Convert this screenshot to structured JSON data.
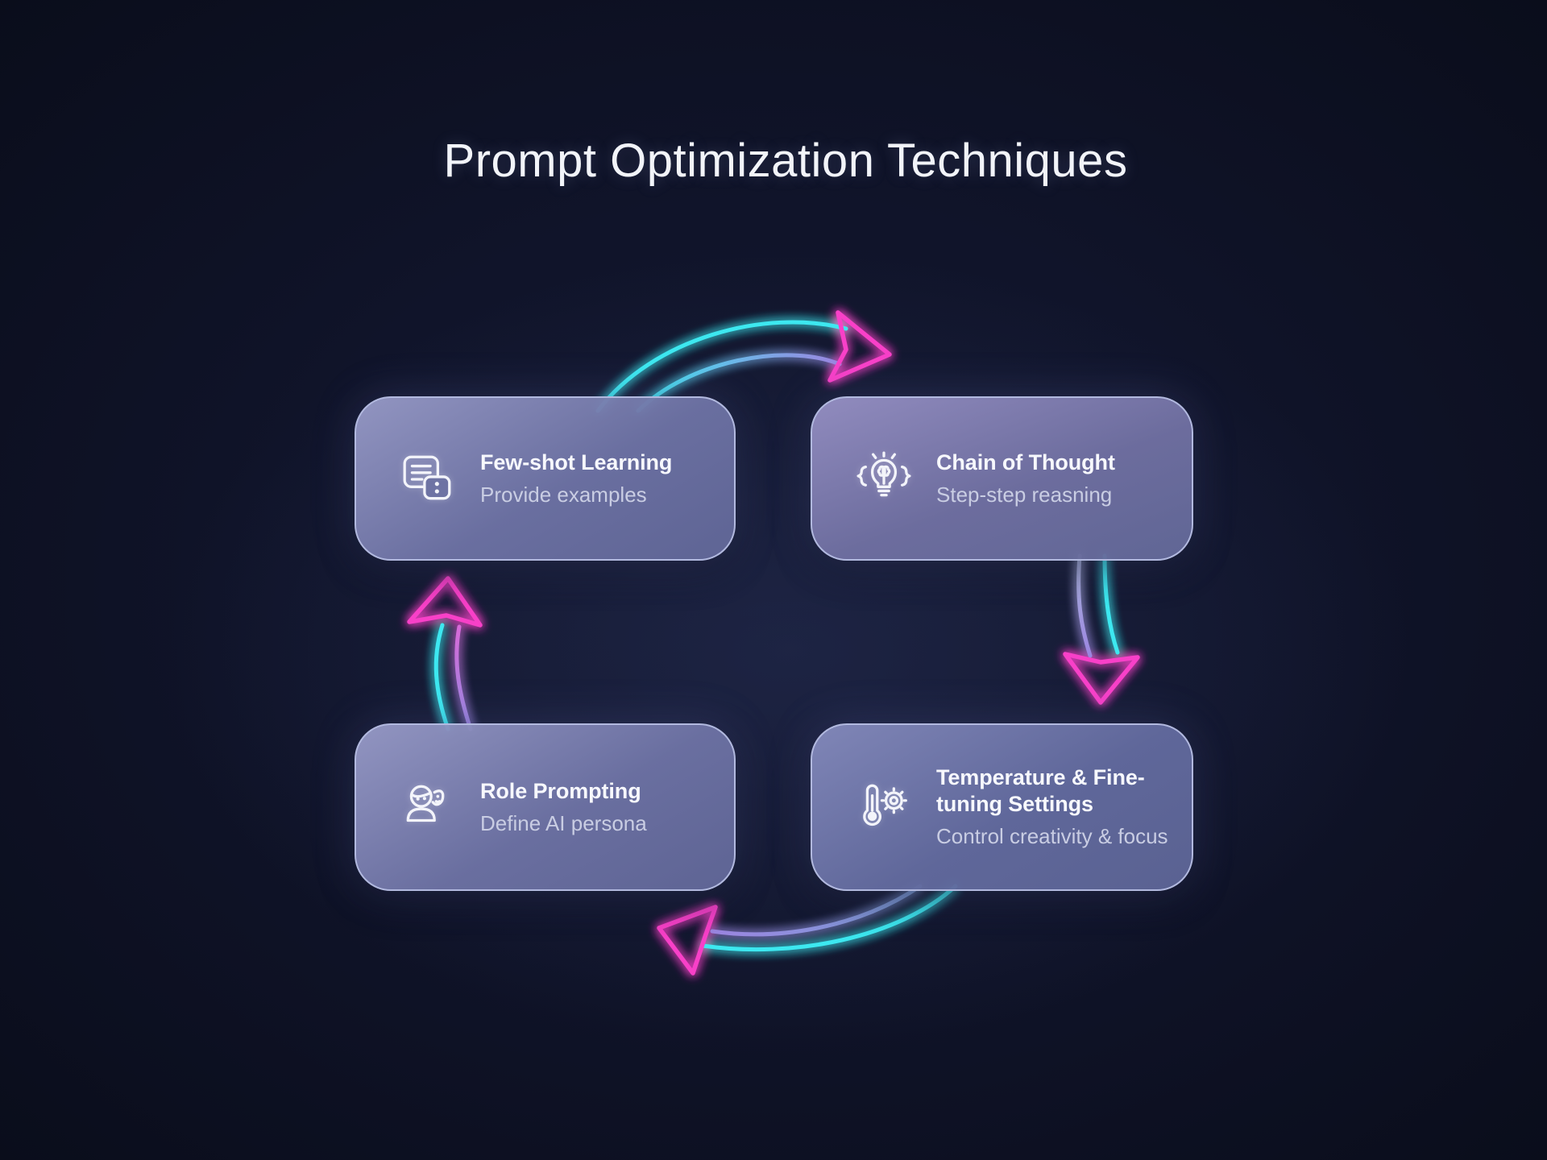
{
  "title": "Prompt Optimization Techniques",
  "colors": {
    "background": "#10142a",
    "title_text": "#f2f4f9",
    "card_border": "#b2b9df",
    "card_fill_top": "#979ac7",
    "card_fill_bottom": "#616798",
    "card_title_text": "#f7f8fd",
    "card_subtitle_text": "#c9cde3",
    "arrow_cyan": "#3de8f0",
    "arrow_purple": "#9b85e0",
    "arrow_pink": "#f840c8"
  },
  "cards": [
    {
      "title": "Few-shot Learning",
      "subtitle": "Provide examples",
      "icon": "chat-examples-icon",
      "position": "top-left"
    },
    {
      "title": "Chain of Thought",
      "subtitle": "Step-step reasning",
      "icon": "lightbulb-idea-icon",
      "position": "top-right"
    },
    {
      "title": "Role Prompting",
      "subtitle": "Define AI persona",
      "icon": "persona-mask-icon",
      "position": "bottom-left"
    },
    {
      "title": "Temperature & Fine-tuning Settings",
      "subtitle": "Control creativity & focus",
      "icon": "thermometer-gear-icon",
      "position": "bottom-right"
    }
  ],
  "flow": {
    "type": "cycle",
    "direction": "clockwise",
    "arrows": [
      {
        "from": "Few-shot Learning",
        "to": "Chain of Thought",
        "edge": "top",
        "points": "right",
        "body_colors": [
          "#3de8f0",
          "#9b85e0"
        ],
        "head_color": "#f840c8"
      },
      {
        "from": "Chain of Thought",
        "to": "Temperature & Fine-tuning Settings",
        "edge": "right",
        "points": "down",
        "body_colors": [
          "#a9b2dc",
          "#3de8f0"
        ],
        "head_color": "#f840c8"
      },
      {
        "from": "Temperature & Fine-tuning Settings",
        "to": "Role Prompting",
        "edge": "bottom",
        "points": "left",
        "body_colors": [
          "#3de8f0",
          "#9b85e0"
        ],
        "head_color": "#f840c8"
      },
      {
        "from": "Role Prompting",
        "to": "Few-shot Learning",
        "edge": "left",
        "points": "up",
        "body_colors": [
          "#3de8f0",
          "#d66ad8"
        ],
        "head_color": "#f840c8"
      }
    ]
  }
}
